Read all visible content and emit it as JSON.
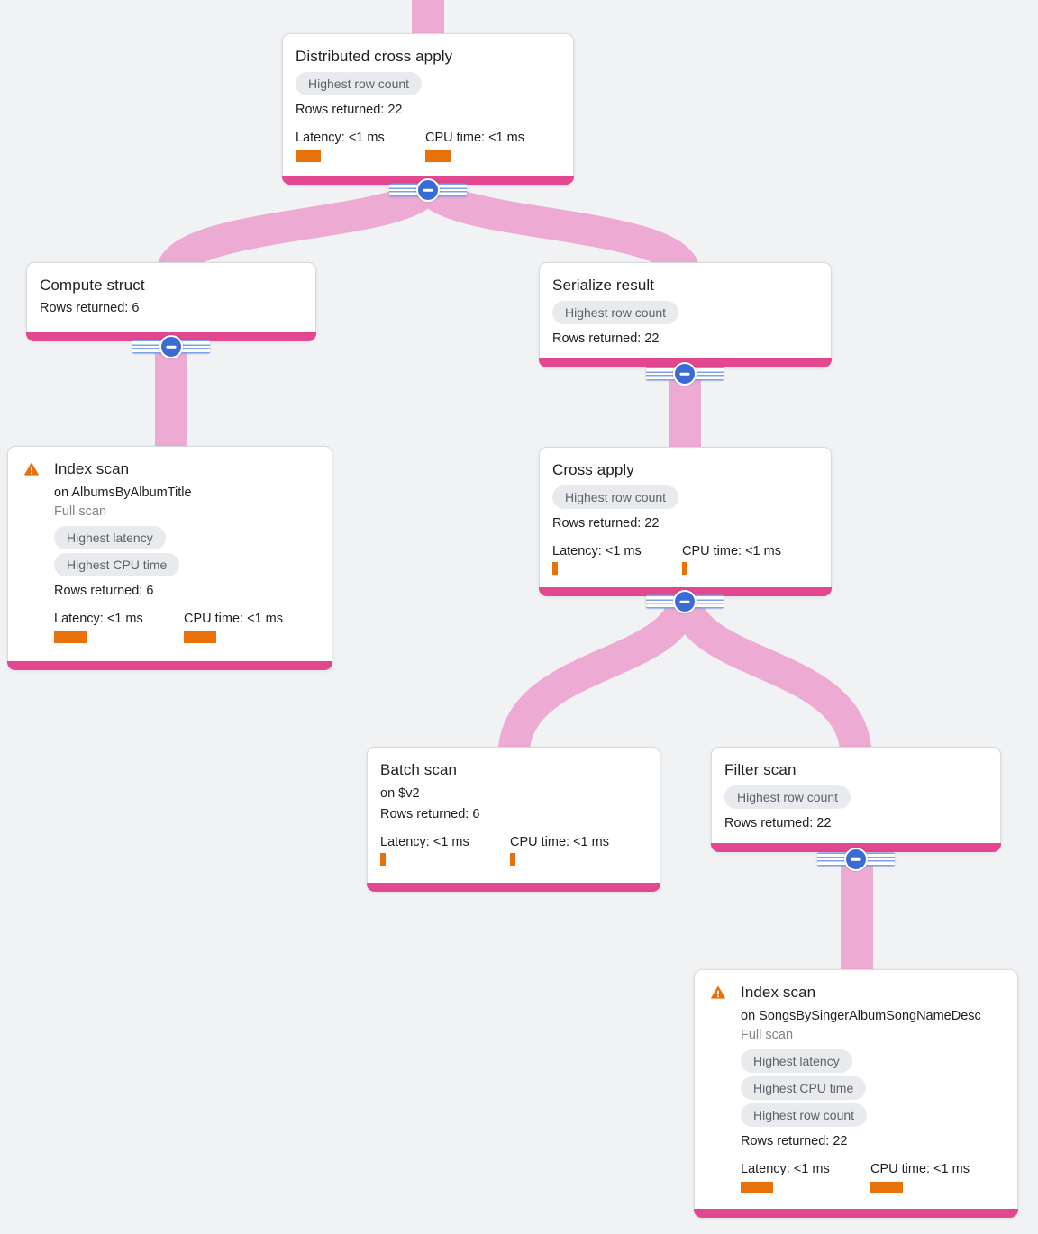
{
  "app": "query-execution-plan-visualizer",
  "colors": {
    "background": "#F0F2F4",
    "node_footer_pink": "#E2478F",
    "edge_pink": "#EDAAD3",
    "metric_bar_orange": "#E8710A",
    "badge_bg": "#E8EAED",
    "badge_text": "#5F6368",
    "collapse_blue": "#3B6CD6",
    "warning_orange": "#E8710A",
    "muted_text": "#80868B"
  },
  "icons": {
    "collapse": "minus-icon",
    "warning": "warning-triangle-icon"
  },
  "nodes": [
    {
      "title": "Distributed cross apply",
      "badges": [
        "Highest row count"
      ],
      "rows": "Rows returned: 22",
      "latency": "Latency: <1 ms",
      "cpu": "CPU time: <1 ms"
    },
    {
      "title": "Compute struct",
      "rows": "Rows returned: 6"
    },
    {
      "title": "Serialize result",
      "badges": [
        "Highest row count"
      ],
      "rows": "Rows returned: 22"
    },
    {
      "title": "Index scan",
      "subtitle": "on AlbumsByAlbumTitle",
      "scan_type": "Full scan",
      "badges": [
        "Highest latency",
        "Highest CPU time"
      ],
      "rows": "Rows returned: 6",
      "latency": "Latency: <1 ms",
      "cpu": "CPU time: <1 ms"
    },
    {
      "title": "Cross apply",
      "badges": [
        "Highest row count"
      ],
      "rows": "Rows returned: 22",
      "latency": "Latency: <1 ms",
      "cpu": "CPU time: <1 ms"
    },
    {
      "title": "Batch scan",
      "subtitle": "on $v2",
      "rows": "Rows returned: 6",
      "latency": "Latency: <1 ms",
      "cpu": "CPU time: <1 ms"
    },
    {
      "title": "Filter scan",
      "badges": [
        "Highest row count"
      ],
      "rows": "Rows returned: 22"
    },
    {
      "title": "Index scan",
      "subtitle": "on SongsBySingerAlbumSongNameDesc",
      "scan_type": "Full scan",
      "badges": [
        "Highest latency",
        "Highest CPU time",
        "Highest row count"
      ],
      "rows": "Rows returned: 22",
      "latency": "Latency: <1 ms",
      "cpu": "CPU time: <1 ms"
    }
  ]
}
